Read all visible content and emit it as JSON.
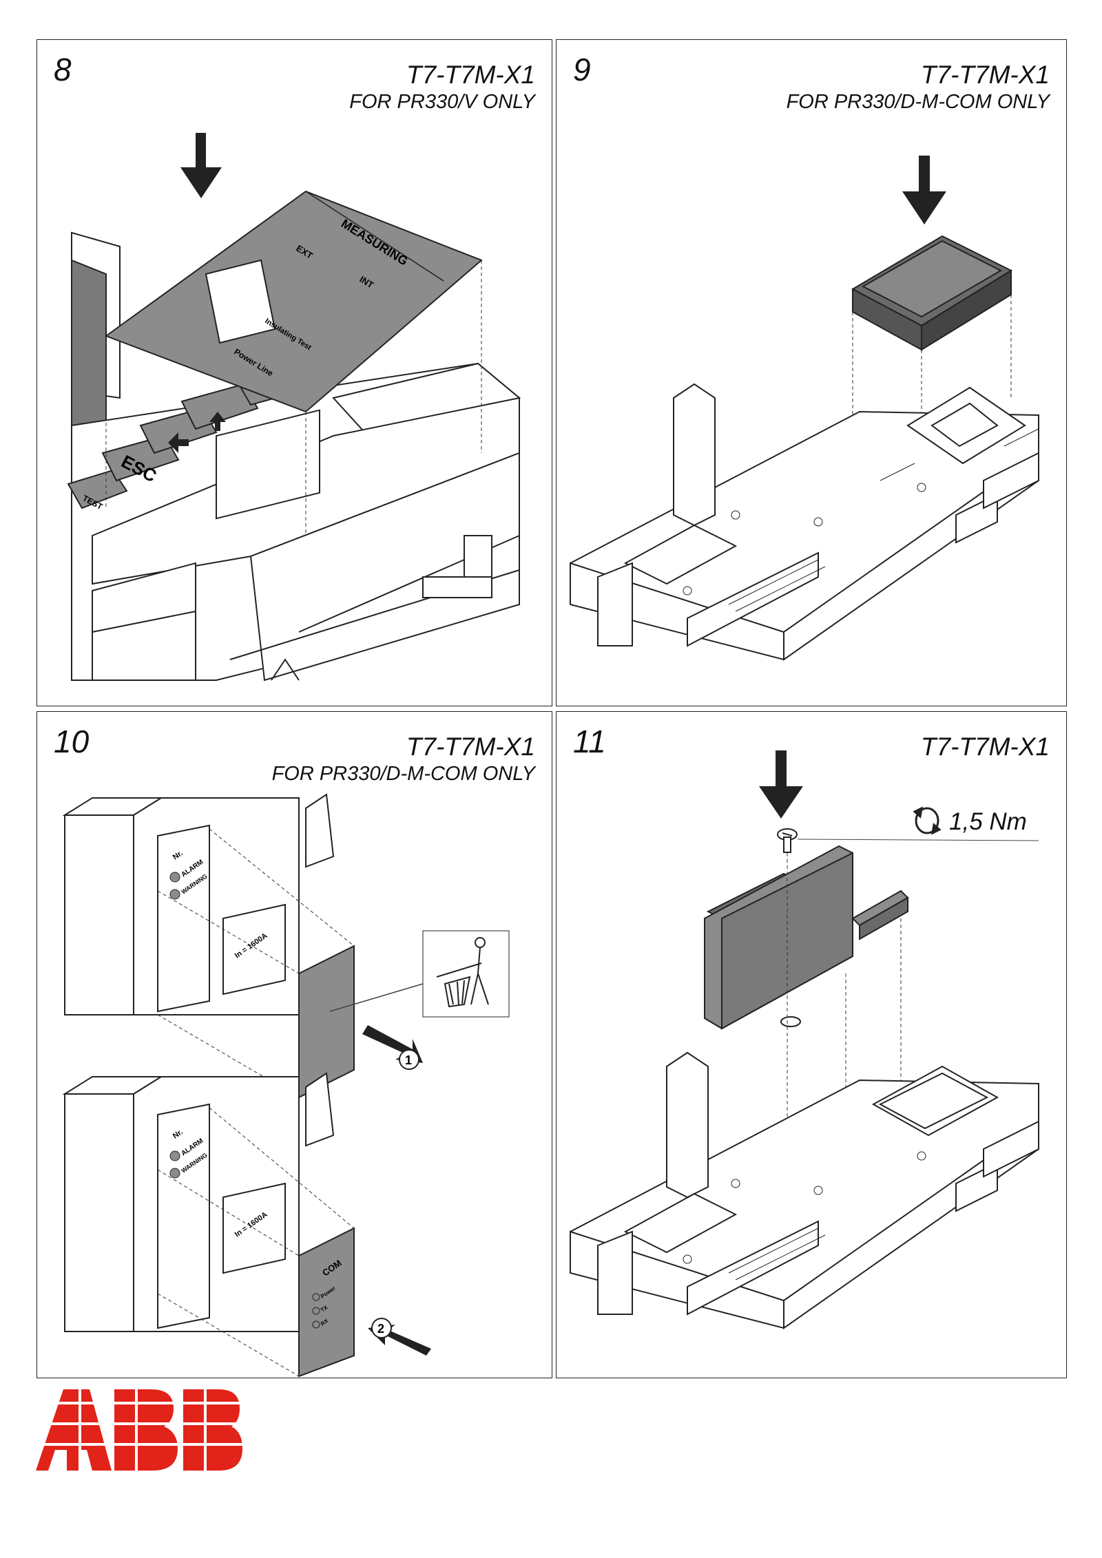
{
  "panels": [
    {
      "step": "8",
      "model": "T7-T7M-X1",
      "note": "FOR PR330/V ONLY"
    },
    {
      "step": "9",
      "model": "T7-T7M-X1",
      "note": "FOR PR330/D-M-COM ONLY"
    },
    {
      "step": "10",
      "model": "T7-T7M-X1",
      "note": "FOR PR330/D-M-COM ONLY"
    },
    {
      "step": "11",
      "model": "T7-T7M-X1",
      "torque": "1,5 Nm"
    }
  ],
  "panel8_labels": {
    "measuring": "MEASURING",
    "ext": "EXT",
    "int": "INT",
    "insulating_test": "Insulating Test",
    "power_line": "Power Line",
    "esc": "ESC",
    "test": "TEST"
  },
  "panel10_labels": {
    "nr": "Nr.",
    "alarm": "ALARM",
    "warning": "WARNING",
    "rating": "In = 1600A",
    "com": "COM",
    "power": "Power",
    "tx": "TX",
    "rx": "RX",
    "callout_1": "1",
    "callout_2": "2"
  },
  "brand": {
    "logo_text": "ABB",
    "logo_color": "#e2231a"
  },
  "colors": {
    "panel_gray": "#8c8c8c",
    "dark_gray": "#555555",
    "line": "#222222"
  }
}
